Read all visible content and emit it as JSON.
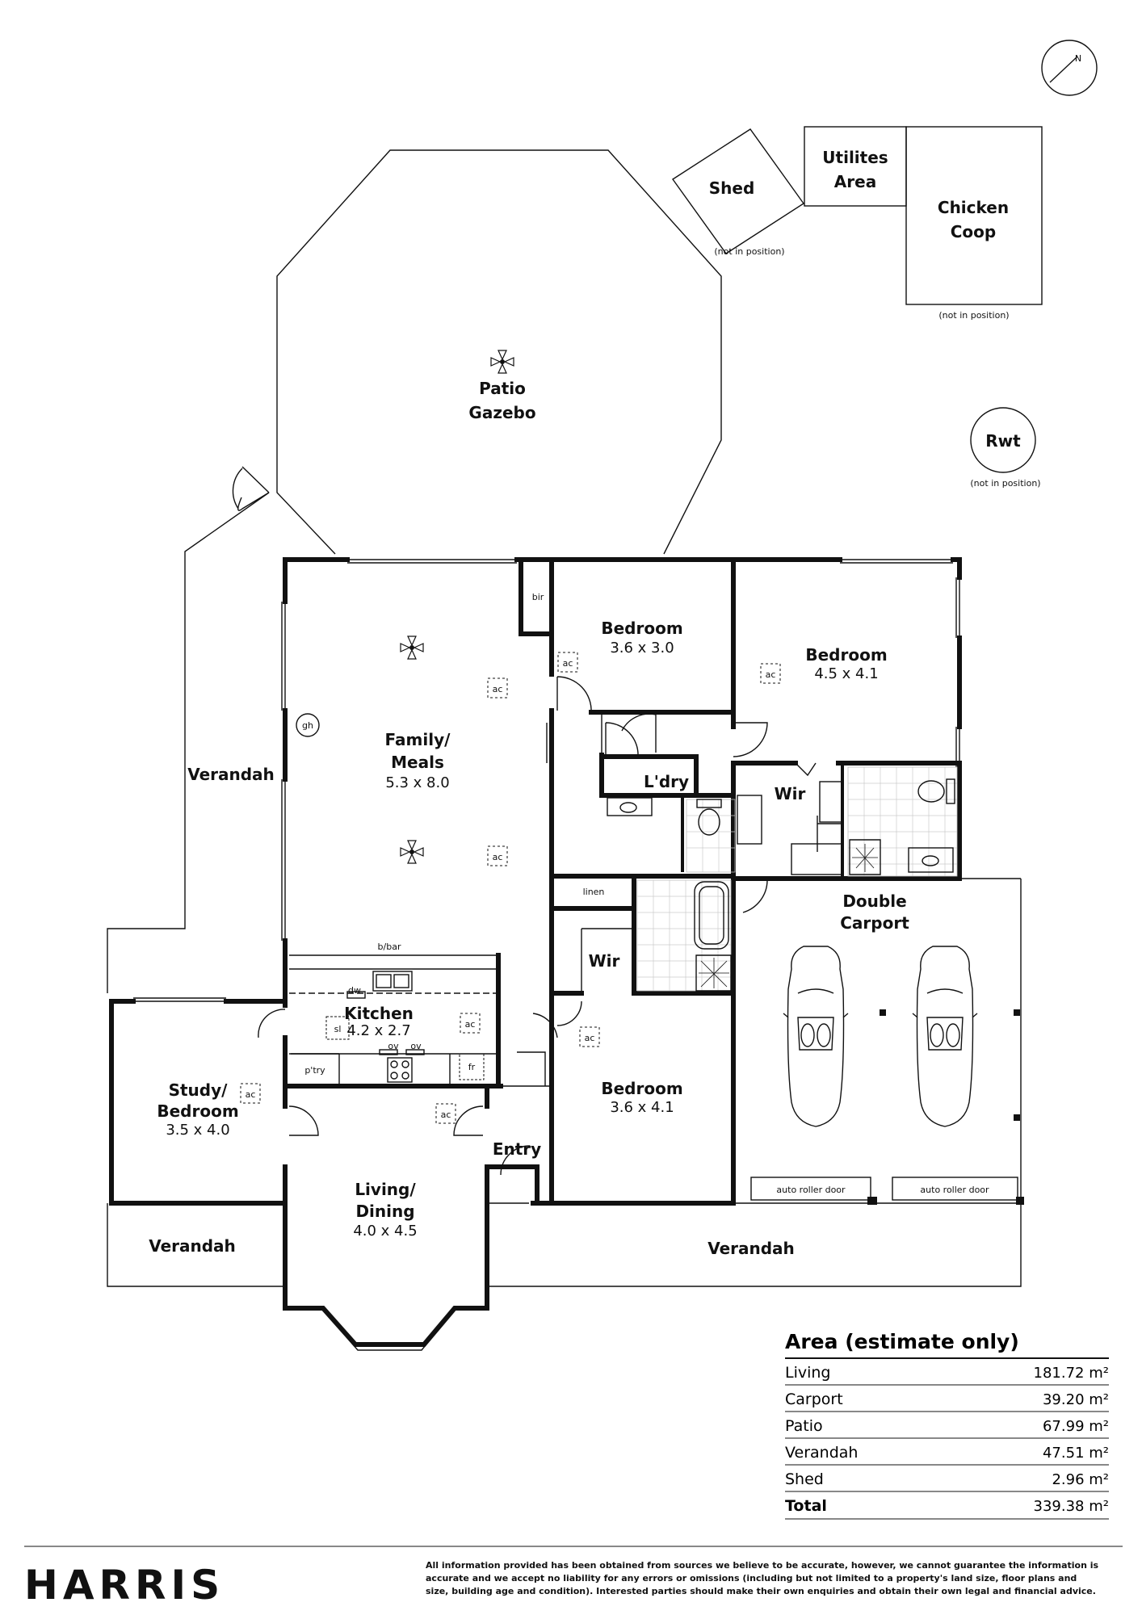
{
  "compass": {
    "label": "N"
  },
  "outbuildings": {
    "shed": "Shed",
    "shed_note": "(not in position)",
    "utilities_1": "Utilites",
    "utilities_2": "Area",
    "coop_1": "Chicken",
    "coop_2": "Coop",
    "coop_note": "(not in position)",
    "rwt": "Rwt",
    "rwt_note": "(not in position)"
  },
  "rooms": {
    "patio_1": "Patio",
    "patio_2": "Gazebo",
    "verandah_west": "Verandah",
    "verandah_sw": "Verandah",
    "verandah_south": "Verandah",
    "family_1": "Family/",
    "family_2": "Meals",
    "family_dim": "5.3 x 8.0",
    "bed1_name": "Bedroom",
    "bed1_dim": "3.6 x 3.0",
    "bed2_name": "Bedroom",
    "bed2_dim": "4.5 x 4.1",
    "bed3_name": "Bedroom",
    "bed3_dim": "3.6 x 4.1",
    "laundry": "L'dry",
    "wir_1": "Wir",
    "wir_2": "Wir",
    "linen": "linen",
    "bir": "bir",
    "carport_1": "Double",
    "carport_2": "Carport",
    "auto_door_1": "auto roller door",
    "auto_door_2": "auto roller door",
    "kitchen_name": "Kitchen",
    "kitchen_dim": "4.2 x 2.7",
    "bbar": "b/bar",
    "dw": "dw",
    "sl": "sl",
    "ov1": "ov",
    "ov2": "ov",
    "fr": "fr",
    "ptry": "p'try",
    "gh": "gh",
    "study_1": "Study/",
    "study_2": "Bedroom",
    "study_dim": "3.5 x 4.0",
    "living_1": "Living/",
    "living_2": "Dining",
    "living_dim": "4.0 x 4.5",
    "entry": "Entry",
    "ac": "ac"
  },
  "area": {
    "title": "Area (estimate only)",
    "unit": "m²",
    "rows": [
      {
        "label": "Living",
        "value": "181.72"
      },
      {
        "label": "Carport",
        "value": "39.20"
      },
      {
        "label": "Patio",
        "value": "67.99"
      },
      {
        "label": "Verandah",
        "value": "47.51"
      },
      {
        "label": "Shed",
        "value": "2.96"
      }
    ],
    "total_label": "Total",
    "total_value": "339.38"
  },
  "footer": {
    "logo": "HARRIS",
    "disclaimer_1": "All information provided has been obtained from sources we believe to be accurate, however, we cannot guarantee the information is",
    "disclaimer_2": "accurate and we accept no liability for any errors or omissions (including but not limited to a property's land size, floor plans and",
    "disclaimer_3": "size, building age and condition). Interested parties should make their own enquiries and obtain their own legal and financial advice."
  }
}
